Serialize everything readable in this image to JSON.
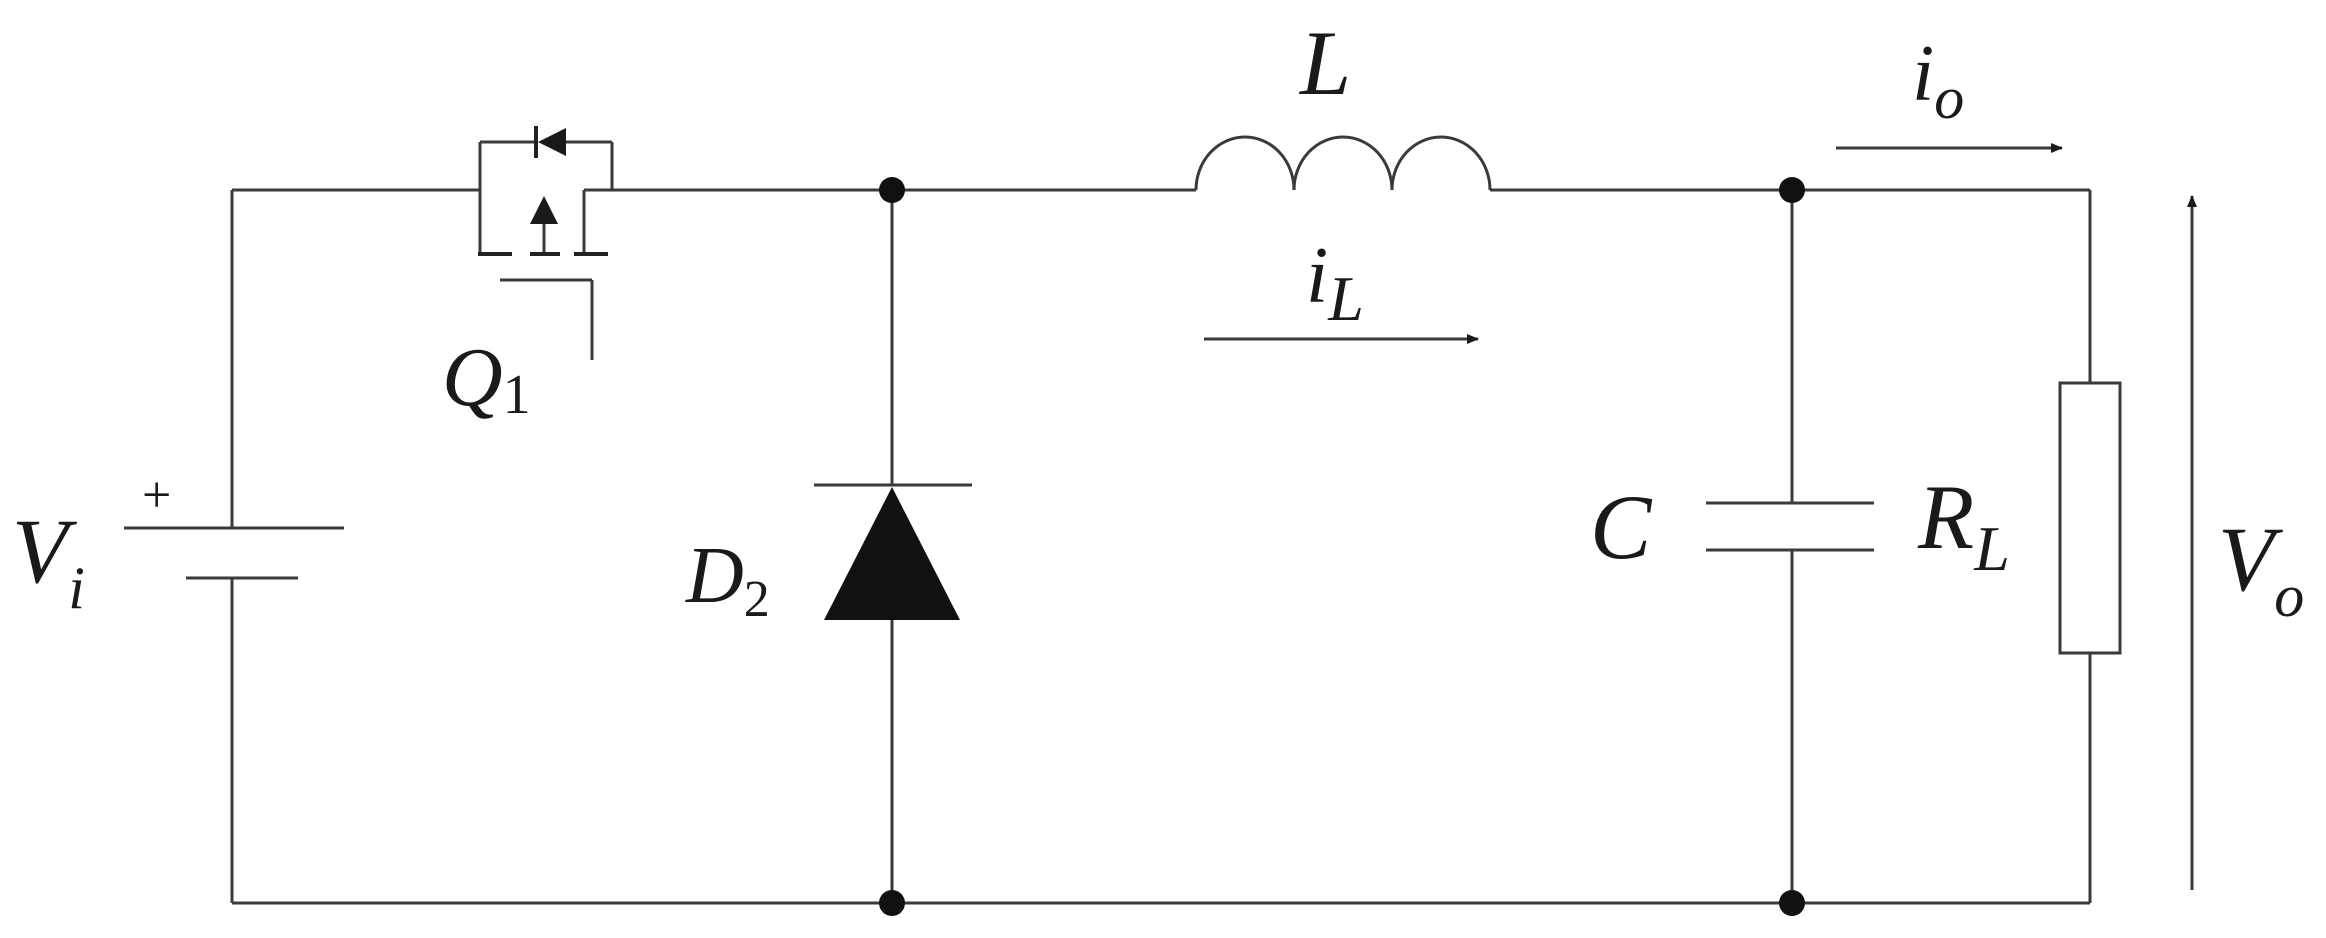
{
  "diagram": {
    "labels": {
      "input_voltage": {
        "main": "V",
        "sub": "i"
      },
      "plus_sign": "+",
      "switch": {
        "main": "Q",
        "sub": "1"
      },
      "diode": {
        "main": "D",
        "sub": "2"
      },
      "inductor": "L",
      "inductor_current": {
        "main": "i",
        "sub": "L"
      },
      "capacitor": "C",
      "load": {
        "main": "R",
        "sub": "L"
      },
      "output_current": {
        "main": "i",
        "sub": "o"
      },
      "output_voltage": {
        "main": "V",
        "sub": "o"
      }
    }
  }
}
